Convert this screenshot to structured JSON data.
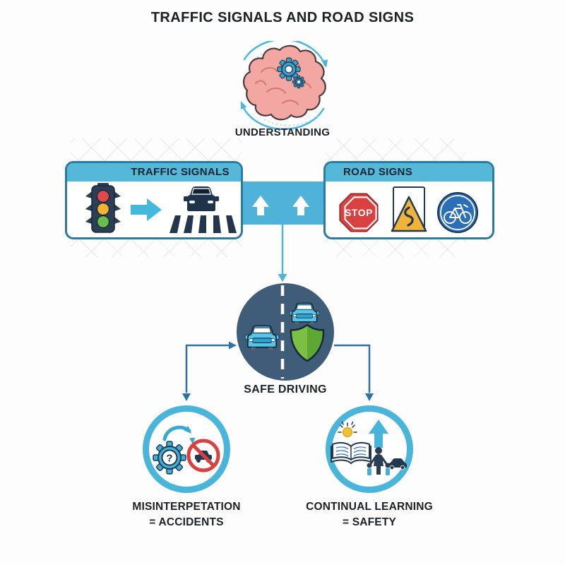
{
  "title": "TRAFFIC SIGNALS AND ROAD SIGNS",
  "flow": {
    "understanding_label": "UNDERSTANDING",
    "safe_driving_label": "SAFE DRIVING"
  },
  "boxes": {
    "traffic_signals": {
      "header": "TRAFFIC SIGNALS"
    },
    "road_signs": {
      "header": "ROAD SIGNS",
      "stop_sign_text": "STOP"
    }
  },
  "outcomes": {
    "misinterpretation": {
      "line1": "MISINTERPETATION",
      "line2": "= ACCIDENTS"
    },
    "continual_learning": {
      "line1": "CONTINUAL LEARNING",
      "line2": "= SAFETY"
    }
  },
  "icons": {
    "gear_question_text": "?",
    "names": [
      "brain-gears-icon",
      "circular-arrows-icon",
      "traffic-light-icon",
      "right-arrow-icon",
      "car-crosswalk-icon",
      "stop-sign-icon",
      "curve-warning-sign-icon",
      "bicycle-sign-icon",
      "up-arrow-icon",
      "down-arrow-icon",
      "car-front-icon",
      "shield-icon",
      "dashed-road-line",
      "gear-question-icon",
      "curved-arrow-icon",
      "no-car-sign-icon",
      "open-book-icon",
      "sun-icon",
      "family-icon",
      "car-side-icon"
    ]
  },
  "colors": {
    "accent_teal": "#4fb3d9",
    "header_teal": "#55b8d8",
    "ring_blue": "#49b5da",
    "connector_blue": "#2e71a4",
    "dark_slate_circle": "#3f5c79",
    "shield_green_light": "#7cc043",
    "shield_green_dark": "#5fa733",
    "stop_red": "#d8413f",
    "warning_yellow": "#f2b33a",
    "sign_blue": "#2b6fb8",
    "brain_pink": "#f2a7a3",
    "navy_icon": "#22384f",
    "text_dark": "#1b2026"
  }
}
